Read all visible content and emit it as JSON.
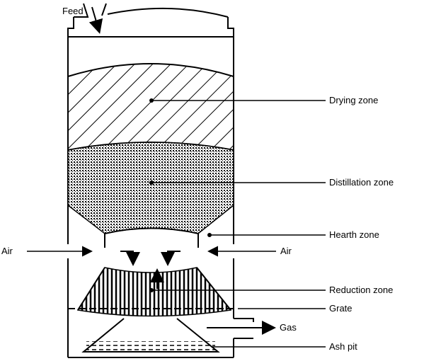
{
  "labels": {
    "feed": "Feed",
    "drying_zone": "Drying zone",
    "distillation_zone": "Distillation zone",
    "hearth_zone": "Hearth zone",
    "air_left": "Air",
    "air_right": "Air",
    "reduction_zone": "Reduction zone",
    "grate": "Grate",
    "gas": "Gas",
    "ash_pit": "Ash pit"
  },
  "colors": {
    "ink": "#000000",
    "background": "#ffffff"
  }
}
